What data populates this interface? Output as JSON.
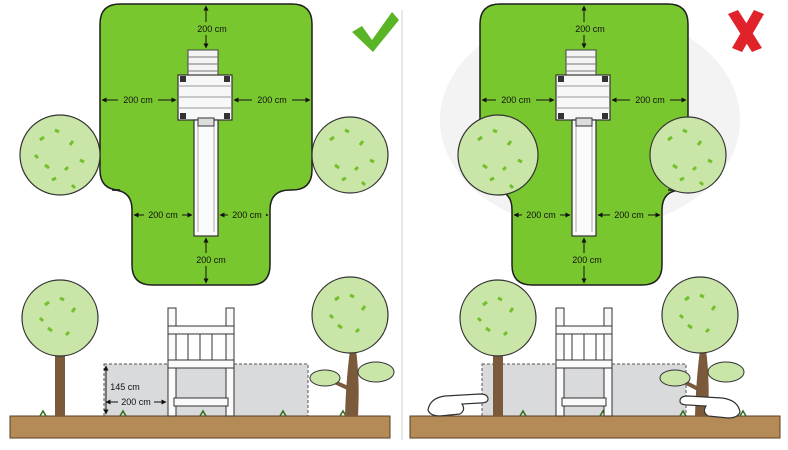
{
  "panels": {
    "left": {
      "verdict": "correct",
      "verdict_icon": "check-mark-icon",
      "verdict_color": "#5ab526",
      "labels": {
        "top": "200 cm",
        "left": "200 cm",
        "right": "200 cm",
        "lower_left": "200 cm",
        "lower_right": "200 cm",
        "bottom": "200 cm"
      },
      "side_view": {
        "height_label": "145 cm",
        "width_label": "200 cm"
      }
    },
    "right": {
      "verdict": "wrong",
      "verdict_icon": "cross-mark-icon",
      "verdict_color": "#e0222a",
      "labels": {
        "top": "200 cm",
        "left": "200 cm",
        "right": "200 cm",
        "lower_left": "200 cm",
        "lower_right": "200 cm",
        "bottom": "200 cm"
      }
    }
  },
  "colors": {
    "safety_zone": "#79c72e",
    "tree_foliage": "#c9e5a8",
    "tree_spots": "#72c02c",
    "trunk": "#7a5a3a",
    "ground": "#b48a57",
    "grass": "#2f6e1f",
    "fall_zone": "#d9dadc"
  }
}
